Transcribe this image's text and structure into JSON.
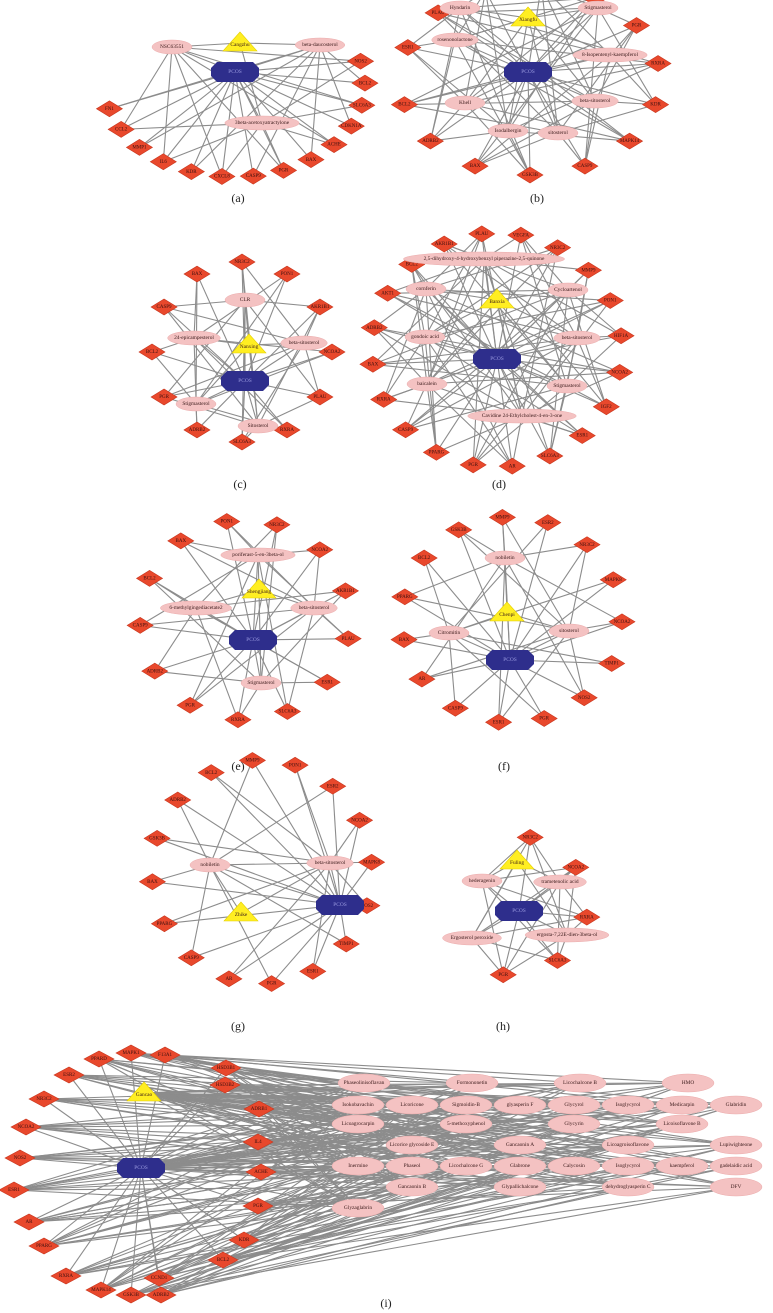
{
  "figure": {
    "panels": [
      {
        "caption": "(a)",
        "hub": "Cangzhu",
        "target_hub": "PCOS",
        "compounds": [
          "NSC63551",
          "beta-daucosterol",
          "3beta-acetoxyatractylone"
        ],
        "targets": [
          "NOS2",
          "BCL2",
          "SLC6A3",
          "CDKN1A",
          "ACHE",
          "BAX",
          "PGR",
          "CASP9",
          "CXCL8",
          "KDR",
          "IL6",
          "MMP1",
          "CCL2",
          "FN1"
        ]
      },
      {
        "caption": "(b)",
        "hub": "Xiangfu",
        "target_hub": "PCOS",
        "compounds": [
          "Hyndarin",
          "Stigmasterol",
          "rosenonolactone",
          "8-Isopentenyl-kaempferol",
          "Khell",
          "beta-sitosterol",
          "Isodalbergin",
          "sitosterol"
        ],
        "targets": [
          "ESR1",
          "PLAU",
          "AR",
          "SLC6A3",
          "PPARG",
          "PGR",
          "RXRA",
          "KDR",
          "MAPK14",
          "CASP9",
          "GSK3B",
          "BAX",
          "ADRB2",
          "BCL2"
        ]
      },
      {
        "caption": "(c)",
        "hub": "Nanxing",
        "target_hub": "PCOS",
        "compounds": [
          "CLR",
          "24-epicampesterol",
          "beta-sitosterol",
          "Stigmasterol",
          "Sitosterol"
        ],
        "targets": [
          "NR3C2",
          "PON1",
          "AKR1B1",
          "NCOA2",
          "PLAU",
          "RXRA",
          "SLC6A3",
          "ADRB2",
          "PGR",
          "BCL2",
          "CASP9",
          "BAX"
        ]
      },
      {
        "caption": "(d)",
        "hub": "Banxia",
        "target_hub": "PCOS",
        "compounds": [
          "2,5-dihydroxy-4-hydroxybenzyl piperazine-2,5-quinone",
          "cornferin",
          "Cycloartenol",
          "gondoic acid",
          "beta-sitosterol",
          "baicalein",
          "Stigmasterol",
          "Cavidine 24-Ethylcholest-4-en-3-one"
        ],
        "targets": [
          "AKR1B1",
          "PLAU",
          "VEGFA",
          "NR3C2",
          "MMP9",
          "PON1",
          "HIF1A",
          "NCOA2",
          "IGF2",
          "ESR1",
          "SLC6A3",
          "AR",
          "PGR",
          "PPARG",
          "CASP9",
          "RXRA",
          "BAX",
          "ADRB2",
          "AKT1",
          "BCL2"
        ]
      },
      {
        "caption": "(e)",
        "hub": "Shengjiang",
        "target_hub": "PCOS",
        "compounds": [
          "poriferast-5-en-3beta-ol",
          "6-methylgingediacetate2",
          "beta-sitosterol",
          "Stigmasterol"
        ],
        "targets": [
          "PON1",
          "NR3C2",
          "NCOA2",
          "AKR1B1",
          "PLAU",
          "ESR1",
          "SLC6A3",
          "RXRA",
          "PGR",
          "ADRB2",
          "CASP9",
          "BCL2",
          "BAX"
        ]
      },
      {
        "caption": "(f)",
        "hub": "Chenpi",
        "target_hub": "PCOS",
        "compounds": [
          "nobiletin",
          "Citromitin",
          "sitosterol"
        ],
        "targets": [
          "MMP9",
          "ESR2",
          "NR3C2",
          "MAPK8",
          "NCOA2",
          "TIMP1",
          "NOS2",
          "PGR",
          "ESR1",
          "CASP9",
          "AR",
          "BAX",
          "PPARG",
          "BCL2",
          "GSK3B"
        ]
      },
      {
        "caption": "(g)",
        "hub": "Zhike",
        "target_hub": "PCOS",
        "compounds": [
          "nobiletin",
          "beta-sitosterol"
        ],
        "targets": [
          "MMP9",
          "PON1",
          "ESR2",
          "NCOA2",
          "MAPK8",
          "NOS2",
          "TIMP1",
          "ESR1",
          "PGR",
          "AR",
          "CASP9",
          "PPARG",
          "BAX",
          "GSK3B",
          "ADRB2",
          "BCL2"
        ]
      },
      {
        "caption": "(h)",
        "hub": "Fuling",
        "target_hub": "PCOS",
        "compounds": [
          "hederagenin",
          "trametenolic acid",
          "Ergosterol peroxide",
          "ergosta-7,22E-dien-3beta-ol"
        ],
        "targets": [
          "NR3C2",
          "NCOA2",
          "RXRA",
          "SLC6A3",
          "PGR"
        ]
      },
      {
        "caption": "(i)",
        "hub": "Gancao",
        "target_hub": "PCOS",
        "compounds": [
          "Phaseolinisoflavan",
          "Formononetin",
          "Licochalcone B",
          "HMO",
          "Isokobavachin",
          "Licoricone",
          "Sigmoidin-B",
          "glyasperin F",
          "Glycyrol",
          "Isoglycyrol",
          "Medicarpin",
          "Glabridin",
          "Licoagrocarpin",
          "5-methoxyphenol",
          "Glycyrin",
          "Licoisoflavone B",
          "Licorice glycoside E",
          "Gancaonin A",
          "Licoagroisoflavone",
          "Lupiwighteone",
          "Inermine",
          "Phaseol",
          "Licochalcone G",
          "Glabrone",
          "Calycosin",
          "Isoglycyrol",
          "kaempferol",
          "gadelaidic acid",
          "Gancaonin B",
          "Glypallichalcone",
          "dehydroglyasperin C",
          "DFV",
          "Glyzaglabrin"
        ],
        "targets": [
          "PPARD",
          "MAPK1",
          "F13A1",
          "ESR2",
          "HSD3B1",
          "HSD3B2",
          "NR3C2",
          "NCOA2",
          "ADRB1",
          "NOS2",
          "IL4",
          "ACHE",
          "ESR1",
          "PGR",
          "AR",
          "KDR",
          "PPARG",
          "BCL2",
          "RXRA",
          "CCND1",
          "MAPK14",
          "GSK3B",
          "ADRB2"
        ]
      }
    ]
  }
}
